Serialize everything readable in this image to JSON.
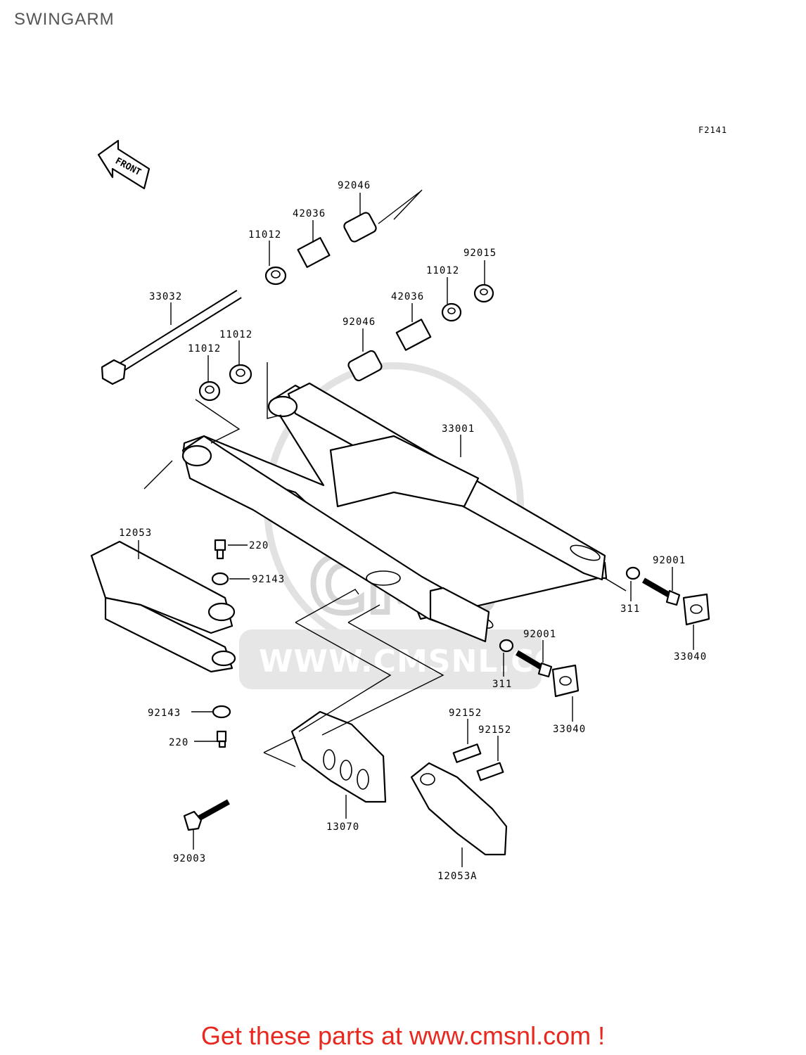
{
  "title": "SWINGARM",
  "figure_code": "F2141",
  "front_label": "FRONT",
  "watermark": "WWW.CMSNL.COM",
  "watermark_logo": "CMS",
  "promo_text": "Get these parts at www.cmsnl.com !",
  "parts": {
    "p92046_top": "92046",
    "p42036_top": "42036",
    "p11012_top": "11012",
    "p92015": "92015",
    "p11012_mid": "11012",
    "p42036_mid": "42036",
    "p33032": "33032",
    "p92046_mid": "92046",
    "p11012_left2": "11012",
    "p11012_left1": "11012",
    "p33001": "33001",
    "p12053": "12053",
    "p220_top": "220",
    "p92143_top": "92143",
    "p92001_right": "92001",
    "p311_right": "311",
    "p33040_right": "33040",
    "p92001_mid": "92001",
    "p311_mid": "311",
    "p33040_mid": "33040",
    "p92143_bot": "92143",
    "p220_bot": "220",
    "p92152_a": "92152",
    "p92152_b": "92152",
    "p13070": "13070",
    "p92003": "92003",
    "p12053A": "12053A"
  }
}
